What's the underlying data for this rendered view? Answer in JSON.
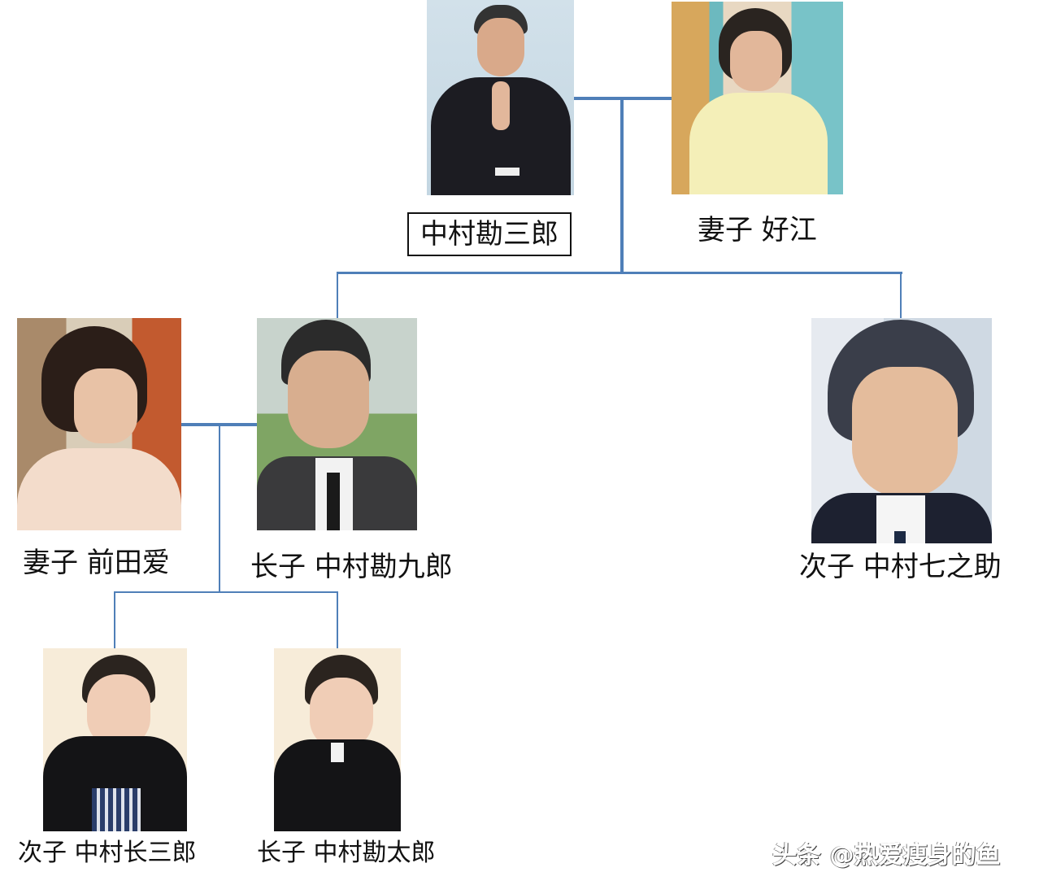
{
  "diagram": {
    "type": "family-tree",
    "line_color": "#4f7fb8"
  },
  "members": {
    "patriarch": {
      "name": "中村勘三郎",
      "photo": "man-in-black-kimono-hands-pressed",
      "bg": "#c9dbe6"
    },
    "patriarch_wife": {
      "name": "妻子 好江",
      "photo": "woman-in-cream-kimono",
      "bg": "#d8a85c"
    },
    "eldest_son": {
      "name": "长子 中村勘九郎",
      "photo": "man-in-dark-suit",
      "bg": "#8aa86a"
    },
    "eldest_son_wife": {
      "name": "妻子 前田爱",
      "photo": "woman-in-pink-kimono",
      "bg": "#7a5a40"
    },
    "second_son": {
      "name": "次子 中村七之助",
      "photo": "smiling-man-in-suit",
      "bg": "#b9c9d6"
    },
    "grandson_second": {
      "name": "次子 中村长三郎",
      "photo": "small-boy-in-black-hakama",
      "bg": "#f6ead6"
    },
    "grandson_eldest": {
      "name": "长子 中村勘太郎",
      "photo": "boy-in-black-kimono",
      "bg": "#f6ead6"
    }
  },
  "watermark": "头条 @热爱瘦身的鱼"
}
